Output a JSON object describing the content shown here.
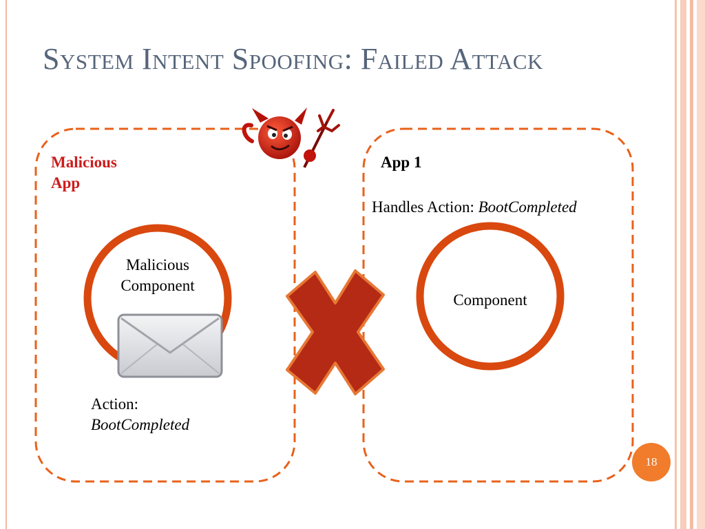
{
  "slide": {
    "title": "System Intent Spoofing: Failed Attack",
    "page_number": "18"
  },
  "malicious_app": {
    "label_line1": "Malicious",
    "label_line2": "App",
    "component_line1": "Malicious",
    "component_line2": "Component",
    "action_label": "Action:",
    "action_value": "BootCompleted"
  },
  "app1": {
    "label": "App 1",
    "handles_label": "Handles Action: ",
    "handles_value": "BootCompleted",
    "component_label": "Component"
  },
  "colors": {
    "accent_orange": "#e8611a",
    "title_slate": "#56657a",
    "malicious_red": "#cc1c1c",
    "cross_red": "#b52a14"
  },
  "icons": [
    "devil-icon",
    "envelope-icon",
    "cross-icon"
  ]
}
